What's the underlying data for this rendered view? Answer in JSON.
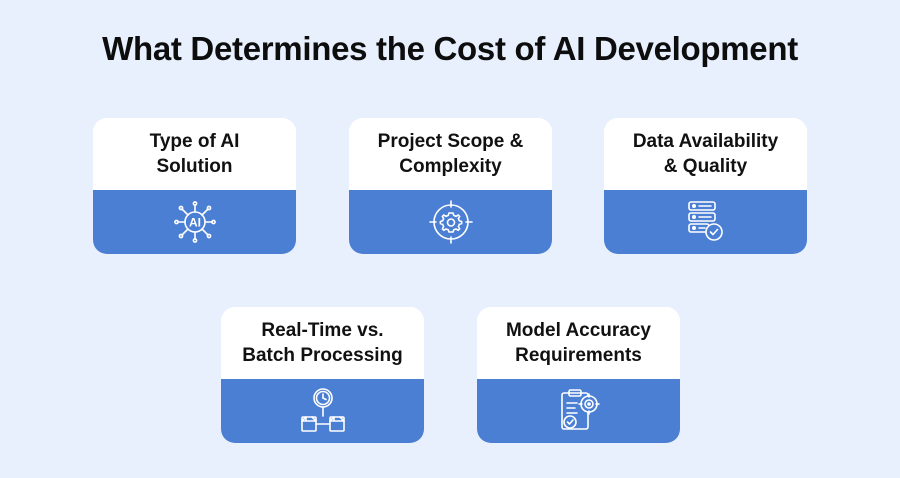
{
  "title": "What Determines the Cost of AI Development",
  "colors": {
    "background": "#e8f0fe",
    "card_top": "#ffffff",
    "card_bottom": "#4a7fd4",
    "icon_stroke": "#ffffff",
    "title_text": "#0d0d0d"
  },
  "cards": [
    {
      "label_line1": "Type of AI",
      "label_line2": "Solution",
      "icon": "ai-chip-icon"
    },
    {
      "label_line1": "Project Scope &",
      "label_line2": "Complexity",
      "icon": "gear-target-icon"
    },
    {
      "label_line1": "Data Availability",
      "label_line2": "& Quality",
      "icon": "database-check-icon"
    },
    {
      "label_line1": "Real-Time vs.",
      "label_line2": "Batch Processing",
      "icon": "clock-blocks-icon"
    },
    {
      "label_line1": "Model Accuracy",
      "label_line2": "Requirements",
      "icon": "clipboard-target-icon"
    }
  ]
}
